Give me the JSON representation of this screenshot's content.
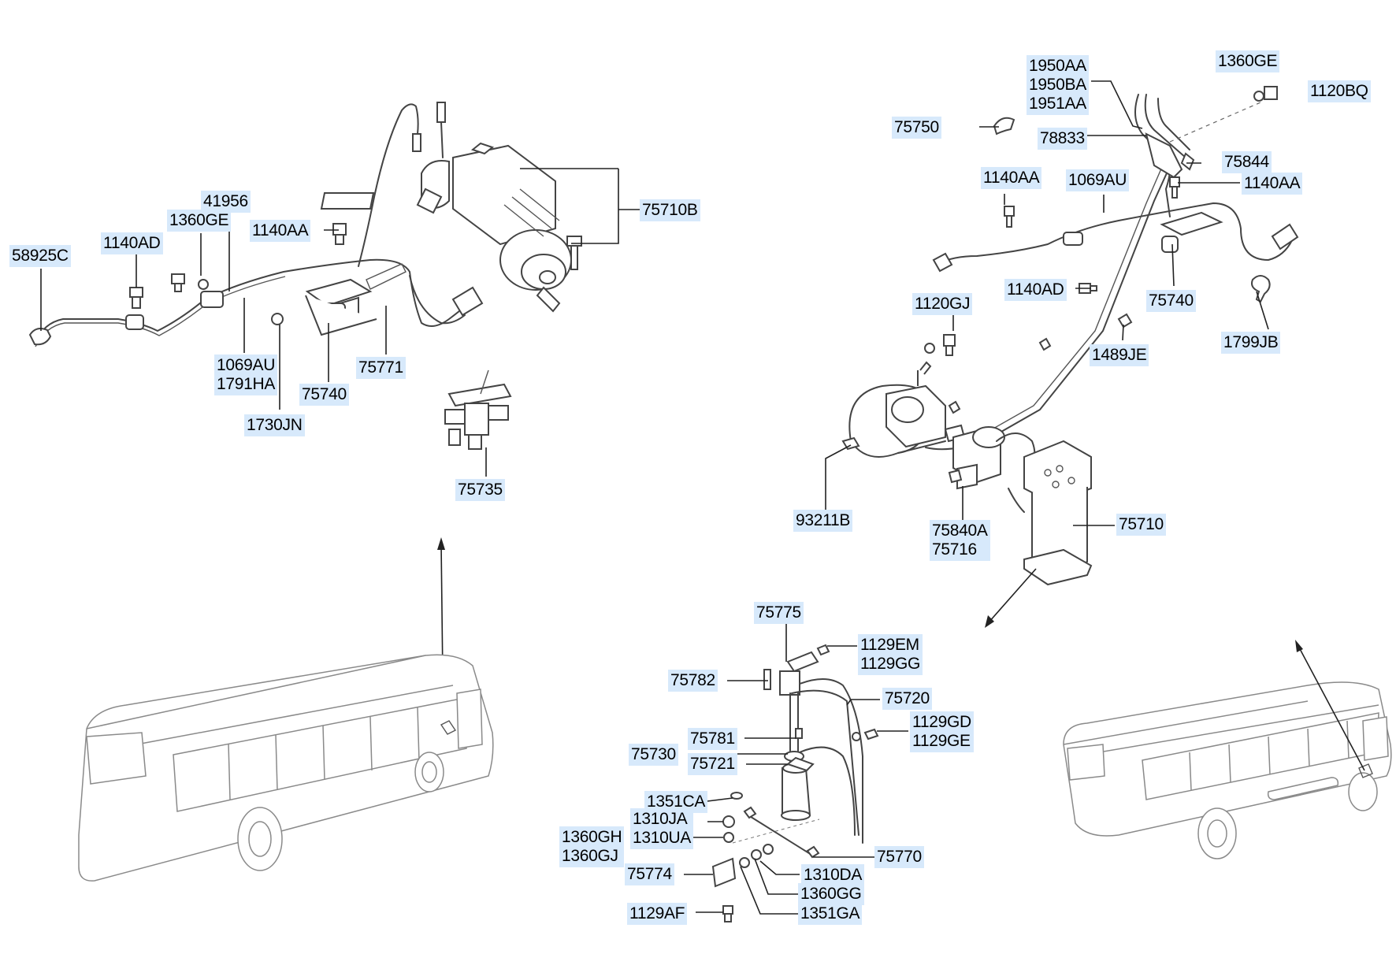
{
  "diagram": {
    "callouts": {
      "p58925C": "58925C",
      "p1140AD_l": "1140AD",
      "p1360GE_l": "1360GE",
      "p41956": "41956",
      "p1140AA_l": "1140AA",
      "p75710B": "75710B",
      "p1069AU_l": "1069AU\n1791HA",
      "p75771": "75771",
      "p75740_l": "75740",
      "p1730JN": "1730JN",
      "p75735": "75735",
      "p1950AA": "1950AA\n1950BA\n1951AA",
      "p1360GE_r": "1360GE",
      "p1120BQ": "1120BQ",
      "p75750": "75750",
      "p78833": "78833",
      "p75844": "75844",
      "p1140AA_r1": "1140AA",
      "p1069AU_r": "1069AU",
      "p1140AA_r2": "1140AA",
      "p1140AD_r": "1140AD",
      "p75740_r": "75740",
      "p1120GJ": "1120GJ",
      "p1799JB": "1799JB",
      "p1489JE": "1489JE",
      "p93211B": "93211B",
      "p75840A": "75840A\n75716",
      "p75710": "75710",
      "p75775": "75775",
      "p1129EM": "1129EM\n1129GG",
      "p75782": "75782",
      "p75720": "75720",
      "p1129GD": "1129GD\n1129GE",
      "p75781": "75781",
      "p75730": "75730",
      "p75721": "75721",
      "p1351CA": "1351CA",
      "p1310JA": "1310JA\n1310UA",
      "p1360GH": "1360GH\n1360GJ",
      "p75770": "75770",
      "p75774": "75774",
      "p1310DA": "1310DA",
      "p1360GG": "1360GG",
      "p1351GA": "1351GA",
      "p1129AF": "1129AF"
    }
  }
}
